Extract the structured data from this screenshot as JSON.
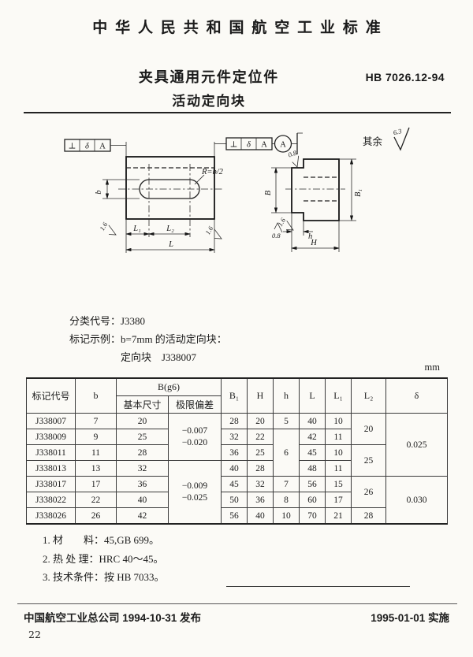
{
  "page": {
    "standard_header": "中华人民共和国航空工业标准",
    "title_line1": "夹具通用元件定位件",
    "title_line2": "活动定向块",
    "standard_number": "HB 7026.12-94"
  },
  "drawing": {
    "frame": {
      "perp": "⊥",
      "tol": "δ",
      "datum": "A"
    },
    "datum_circle": "A",
    "radius_label": "R=b/2",
    "labels": {
      "b": "b",
      "l1": "L₁",
      "l2": "L₂",
      "l": "L",
      "B": "B",
      "B1": "B₁",
      "h": "h",
      "H": "H"
    },
    "roughness": {
      "rest": "其余",
      "v63": "6.3",
      "v16": "1.6",
      "v08": "0.8"
    }
  },
  "info": {
    "classification": "分类代号：J3380",
    "example_line1": "标记示例：b=7mm 的活动定向块：",
    "example_line2": "定向块　J338007"
  },
  "table": {
    "unit": "mm",
    "headers": {
      "code": "标记代号",
      "b": "b",
      "bg6": "B(g6)",
      "basic": "基本尺寸",
      "deviation": "极限偏差",
      "b1": "B₁",
      "H": "H",
      "h": "h",
      "L": "L",
      "l1": "L₁",
      "l2": "L₂",
      "delta": "δ"
    },
    "rows": [
      [
        {
          "t": "J338007"
        },
        {
          "t": "7"
        },
        {
          "t": "20"
        },
        {
          "t": "−0.007\n−0.020",
          "rs": 3,
          "cls": "dev"
        },
        {
          "t": "28"
        },
        {
          "t": "20"
        },
        {
          "t": "5"
        },
        {
          "t": "40"
        },
        {
          "t": "10"
        },
        {
          "t": "20",
          "rs": 2
        },
        {
          "t": "0.025",
          "rs": 4
        }
      ],
      [
        {
          "t": "J338009"
        },
        {
          "t": "9"
        },
        {
          "t": "25"
        },
        {
          "t": "32"
        },
        {
          "t": "22"
        },
        {
          "t": "6",
          "rs": 3
        },
        {
          "t": "42"
        },
        {
          "t": "11"
        }
      ],
      [
        {
          "t": "J338011"
        },
        {
          "t": "11"
        },
        {
          "t": "28"
        },
        {
          "t": "36"
        },
        {
          "t": "25"
        },
        {
          "t": "45"
        },
        {
          "t": "10"
        },
        {
          "t": "25",
          "rs": 2
        }
      ],
      [
        {
          "t": "J338013"
        },
        {
          "t": "13"
        },
        {
          "t": "32"
        },
        {
          "t": "−0.009\n−0.025",
          "rs": 4,
          "cls": "dev"
        },
        {
          "t": "40"
        },
        {
          "t": "28"
        },
        {
          "t": "48"
        },
        {
          "t": "11"
        }
      ],
      [
        {
          "t": "J338017"
        },
        {
          "t": "17"
        },
        {
          "t": "36"
        },
        {
          "t": "45"
        },
        {
          "t": "32"
        },
        {
          "t": "7"
        },
        {
          "t": "56"
        },
        {
          "t": "15"
        },
        {
          "t": "26",
          "rs": 2
        },
        {
          "t": "0.030",
          "rs": 3
        }
      ],
      [
        {
          "t": "J338022"
        },
        {
          "t": "22"
        },
        {
          "t": "40"
        },
        {
          "t": "50"
        },
        {
          "t": "36"
        },
        {
          "t": "8"
        },
        {
          "t": "60"
        },
        {
          "t": "17"
        }
      ],
      [
        {
          "t": "J338026"
        },
        {
          "t": "26"
        },
        {
          "t": "42"
        },
        {
          "t": "56"
        },
        {
          "t": "40"
        },
        {
          "t": "10"
        },
        {
          "t": "70"
        },
        {
          "t": "21"
        },
        {
          "t": "28"
        }
      ]
    ]
  },
  "notes": [
    "1.  材　　料：45,GB 699。",
    "2.  热 处 理：HRC 40～45。",
    "3.  技术条件：按 HB 7033。"
  ],
  "footer": {
    "publisher": "中国航空工业总公司 1994-10-31 发布",
    "implementation": "1995-01-01 实施",
    "page_number": "22"
  }
}
